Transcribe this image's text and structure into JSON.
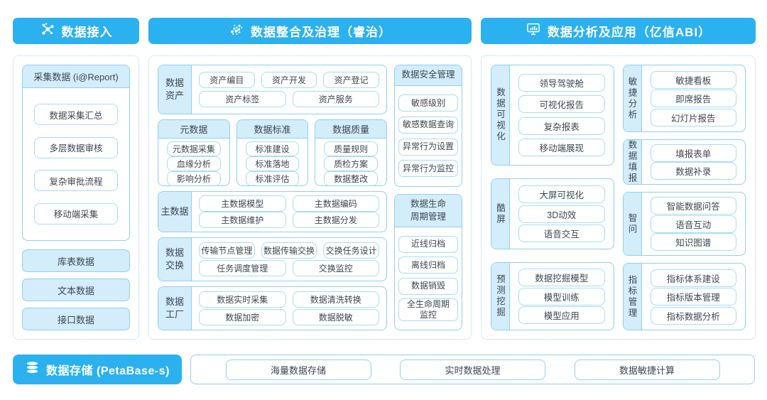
{
  "colors": {
    "header_blue": "#2bb1ef",
    "panel_fill_blue": "#d3edfb",
    "border_strong": "#8fd0f3",
    "border_light": "#a6dcf8",
    "text": "#3d4752"
  },
  "headers": {
    "access": "数据接入",
    "governance": "数据整合及治理（睿治）",
    "analysis": "数据分析及应用（亿信ABI）"
  },
  "icons": {
    "access": "network-nodes-icon",
    "governance": "dot-cluster-icon",
    "analysis": "monitor-chart-icon",
    "storage": "database-icon"
  },
  "access": {
    "report_box": {
      "title": "采集数据 (i@Report)",
      "items": [
        "数据采集汇总",
        "多层数据审核",
        "复杂审批流程",
        "移动端采集"
      ]
    },
    "sources": [
      "库表数据",
      "文本数据",
      "接口数据"
    ]
  },
  "governance": {
    "data_asset": {
      "label": "数据\n资产",
      "row1": [
        "资产编目",
        "资产开发",
        "资产登记"
      ],
      "row2": [
        "资产标签",
        "资产服务"
      ]
    },
    "metadata": {
      "title": "元数据",
      "items": [
        "元数据采集",
        "血缘分析",
        "影响分析"
      ]
    },
    "standard": {
      "title": "数据标准",
      "items": [
        "标准建设",
        "标准落地",
        "标准评估"
      ]
    },
    "quality": {
      "title": "数据质量",
      "items": [
        "质量规则",
        "质检方案",
        "数据整改"
      ]
    },
    "master": {
      "label": "主数据",
      "row1": [
        "主数据模型",
        "主数据编码"
      ],
      "row2": [
        "主数据维护",
        "主数据分发"
      ]
    },
    "exchange": {
      "label": "数据\n交换",
      "row1": [
        "传输节点管理",
        "数据传输交换",
        "交换任务设计"
      ],
      "row2": [
        "任务调度管理",
        "交换监控"
      ]
    },
    "factory": {
      "label": "数据\n工厂",
      "row1": [
        "数据实时采集",
        "数据清洗转换"
      ],
      "row2": [
        "数据加密",
        "数据脱敏"
      ]
    },
    "security": {
      "title": "数据安全管理",
      "items": [
        "敏感级别",
        "敏感数据查询",
        "异常行为设置",
        "异常行为监控"
      ]
    },
    "lifecycle": {
      "title": "数据生命\n周期管理",
      "items": [
        "近线归档",
        "离线归档",
        "数据销毁",
        "全生命周期\n监控"
      ]
    }
  },
  "analysis": {
    "visualization": {
      "label": "数据可视化",
      "items": [
        "领导驾驶舱",
        "可视化报告",
        "复杂报表",
        "移动端展现"
      ]
    },
    "cool_screen": {
      "label": "酷屏",
      "items": [
        "大屏可视化",
        "3D动效",
        "语音交互"
      ]
    },
    "prediction": {
      "label": "预测挖掘",
      "items": [
        "数据挖掘模型",
        "模型训练",
        "模型应用"
      ]
    },
    "agile": {
      "label": "敏捷分析",
      "items": [
        "敏捷看板",
        "即席报告",
        "幻灯片报告"
      ]
    },
    "reporting": {
      "label": "数据填报",
      "items": [
        "填报表单",
        "数据补录"
      ]
    },
    "smart_ask": {
      "label": "智问",
      "items": [
        "智能数据问答",
        "语音互动",
        "知识图谱"
      ]
    },
    "indicator": {
      "label": "指标管理",
      "items": [
        "指标体系建设",
        "指标版本管理",
        "指标数据分析"
      ]
    }
  },
  "storage": {
    "title": "数据存储 (PetaBase-s)",
    "items": [
      "海量数据存储",
      "实时数据处理",
      "数据敏捷计算"
    ]
  }
}
